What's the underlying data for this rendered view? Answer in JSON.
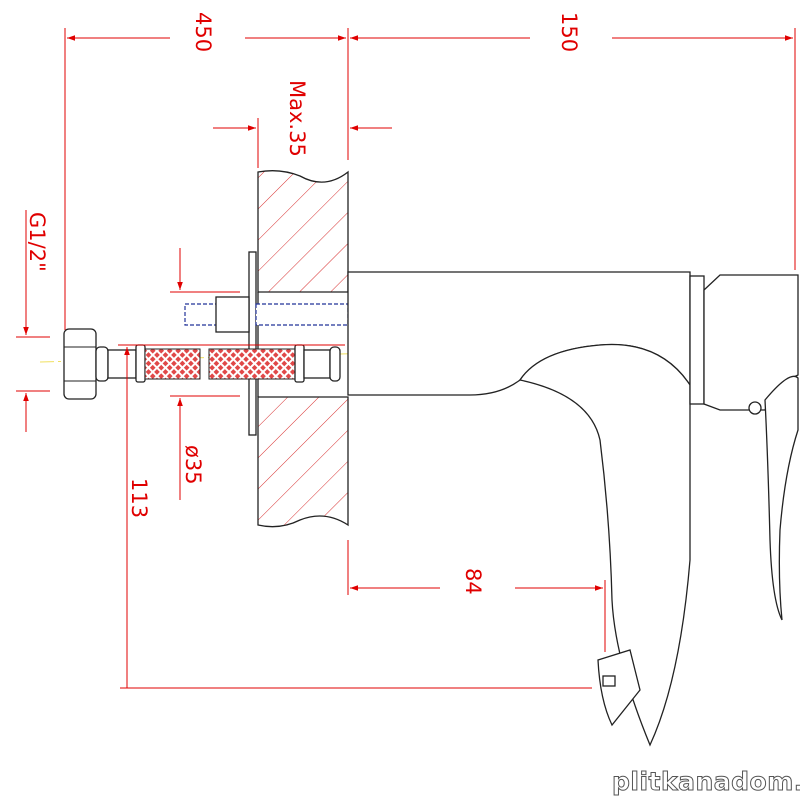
{
  "dimensions": {
    "overall_length": "450",
    "projection": "150",
    "max_wall": "Max.35",
    "thread": "G1/2\"",
    "hole_diameter": "ø35",
    "height": "113",
    "spout_reach": "84"
  },
  "watermark": "plitkanadom.ru",
  "colors": {
    "dimension": "#e00000",
    "hatch": "#d83030",
    "outline": "#222222",
    "centerline": "#f0e060"
  }
}
